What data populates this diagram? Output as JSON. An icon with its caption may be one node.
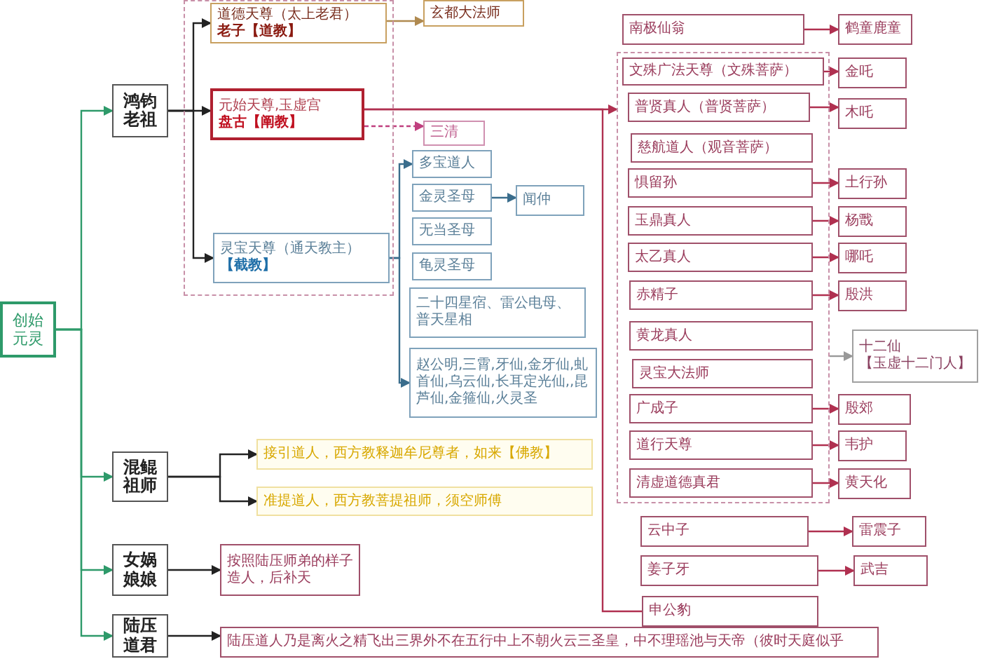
{
  "diagram": {
    "nodes": [
      {
        "text": [
          "创始元灵"
        ]
      },
      {
        "text": [
          "鸿钧老祖"
        ]
      },
      {
        "text": [],
        "shape": "box"
      },
      {
        "text": [
          "道德天尊（太上老君）",
          "老子【道教】"
        ],
        "in": 2
      },
      {
        "text": [
          "元始天尊,玉虚宫",
          "盘古【阐教】"
        ],
        "in": 2
      },
      {
        "text": [
          "灵宝天尊（通天教主）",
          "【截教】"
        ],
        "in": 2
      },
      {
        "text": [
          "玄都大法师"
        ]
      },
      {
        "text": [
          "三清"
        ]
      },
      {
        "text": [
          "多宝道人"
        ]
      },
      {
        "text": [
          "金灵圣母"
        ]
      },
      {
        "text": [
          "闻仲"
        ]
      },
      {
        "text": [
          "无当圣母"
        ]
      },
      {
        "text": [
          "龟灵圣母"
        ]
      },
      {
        "text": [
          "二十四星宿、雷公电母、普天星相"
        ]
      },
      {
        "text": [
          "赵公明,三霄,牙仙,金牙仙,虬首仙,乌云仙,长耳定光仙,,昆芦仙,金箍仙,火灵圣"
        ]
      },
      {
        "text": [
          "南极仙翁"
        ]
      },
      {
        "text": [
          "鹤童鹿童"
        ]
      },
      {
        "text": [],
        "shape": "box"
      },
      {
        "text": [
          "文殊广法天尊（文殊菩萨）"
        ],
        "in": 17
      },
      {
        "text": [
          "金吒"
        ]
      },
      {
        "text": [
          "普贤真人（普贤菩萨）"
        ],
        "in": 17
      },
      {
        "text": [
          "木吒"
        ]
      },
      {
        "text": [
          "慈航道人（观音菩萨）"
        ],
        "in": 17
      },
      {
        "text": [
          "惧留孙"
        ],
        "in": 17
      },
      {
        "text": [
          "土行孙"
        ]
      },
      {
        "text": [
          "玉鼎真人"
        ],
        "in": 17
      },
      {
        "text": [
          "杨戬"
        ]
      },
      {
        "text": [
          "太乙真人"
        ],
        "in": 17
      },
      {
        "text": [
          "哪吒"
        ]
      },
      {
        "text": [
          "赤精子"
        ],
        "in": 17
      },
      {
        "text": [
          "殷洪"
        ]
      },
      {
        "text": [
          "黄龙真人"
        ],
        "in": 17
      },
      {
        "text": [
          "灵宝大法师"
        ],
        "in": 17
      },
      {
        "text": [
          "广成子"
        ],
        "in": 17
      },
      {
        "text": [
          "殷郊"
        ]
      },
      {
        "text": [
          "道行天尊"
        ],
        "in": 17
      },
      {
        "text": [
          "韦护"
        ]
      },
      {
        "text": [
          "清虚道德真君"
        ],
        "in": 17
      },
      {
        "text": [
          "黄天化"
        ]
      },
      {
        "text": [
          "十二仙",
          "【玉虚十二门人】"
        ]
      },
      {
        "text": [
          "云中子"
        ]
      },
      {
        "text": [
          "雷震子"
        ]
      },
      {
        "text": [
          "姜子牙"
        ]
      },
      {
        "text": [
          "武吉"
        ]
      },
      {
        "text": [
          "申公豹"
        ]
      },
      {
        "text": [
          "混鲲祖师"
        ]
      },
      {
        "text": [
          "接引道人，西方教释迦牟尼尊者，如来【佛教】"
        ]
      },
      {
        "text": [
          "准提道人，西方教菩提祖师，须空师傅"
        ]
      },
      {
        "text": [
          "女娲娘娘"
        ]
      },
      {
        "text": [
          "按照陆压师弟的样子造人，后补天"
        ]
      },
      {
        "text": [
          "陆压道君"
        ]
      },
      {
        "text": [
          "陆压道人乃是离火之精飞出三界外不在五行中上不朝火云三圣皇，中不理瑶池与天帝（彼时天庭似乎"
        ]
      }
    ],
    "edges": [
      {
        "from": 0,
        "to": 1,
        "arrow": "to",
        "color": "#2e9a6a"
      },
      {
        "from": 0,
        "to": 45,
        "arrow": "to",
        "color": "#2e9a6a"
      },
      {
        "from": 0,
        "to": 48,
        "arrow": "to",
        "color": "#2e9a6a"
      },
      {
        "from": 0,
        "to": 50,
        "arrow": "to",
        "color": "#2e9a6a"
      },
      {
        "from": 1,
        "to": 3,
        "arrow": "to",
        "color": "#222222"
      },
      {
        "from": 1,
        "to": 4,
        "arrow": "to",
        "color": "#222222"
      },
      {
        "from": 1,
        "to": 5,
        "arrow": "to",
        "color": "#222222"
      },
      {
        "from": 3,
        "to": 6,
        "arrow": "to",
        "color": "#b08a50"
      },
      {
        "from": 4,
        "to": 7,
        "arrow": "to",
        "style": "dashed",
        "color": "#c0407f"
      },
      {
        "from": 4,
        "to": 17,
        "arrow": "to"
      },
      {
        "from": 4,
        "to": 44,
        "arrow": "none"
      },
      {
        "from": 5,
        "to": 8,
        "arrow": "to",
        "color": "#3a6d8c"
      },
      {
        "from": 5,
        "to": 14,
        "arrow": "to",
        "color": "#3a6d8c"
      },
      {
        "from": 9,
        "to": 10,
        "arrow": "to",
        "color": "#3a6d8c"
      },
      {
        "from": 15,
        "to": 16,
        "arrow": "to"
      },
      {
        "from": 18,
        "to": 19,
        "arrow": "to"
      },
      {
        "from": 20,
        "to": 21,
        "arrow": "to"
      },
      {
        "from": 23,
        "to": 24,
        "arrow": "to"
      },
      {
        "from": 25,
        "to": 26,
        "arrow": "to"
      },
      {
        "from": 27,
        "to": 28,
        "arrow": "to"
      },
      {
        "from": 29,
        "to": 30,
        "arrow": "to"
      },
      {
        "from": 33,
        "to": 34,
        "arrow": "to"
      },
      {
        "from": 35,
        "to": 36,
        "arrow": "to"
      },
      {
        "from": 37,
        "to": 38,
        "arrow": "to"
      },
      {
        "from": 17,
        "to": 39,
        "arrow": "to",
        "color": "#999999"
      },
      {
        "from": 40,
        "to": 41,
        "arrow": "to"
      },
      {
        "from": 42,
        "to": 43,
        "arrow": "to"
      },
      {
        "from": 45,
        "to": 46,
        "arrow": "to",
        "color": "#222222"
      },
      {
        "from": 45,
        "to": 47,
        "arrow": "to",
        "color": "#222222"
      },
      {
        "from": 48,
        "to": 49,
        "arrow": "to",
        "color": "#222222"
      },
      {
        "from": 50,
        "to": 51,
        "arrow": "to",
        "color": "#222222"
      }
    ]
  }
}
